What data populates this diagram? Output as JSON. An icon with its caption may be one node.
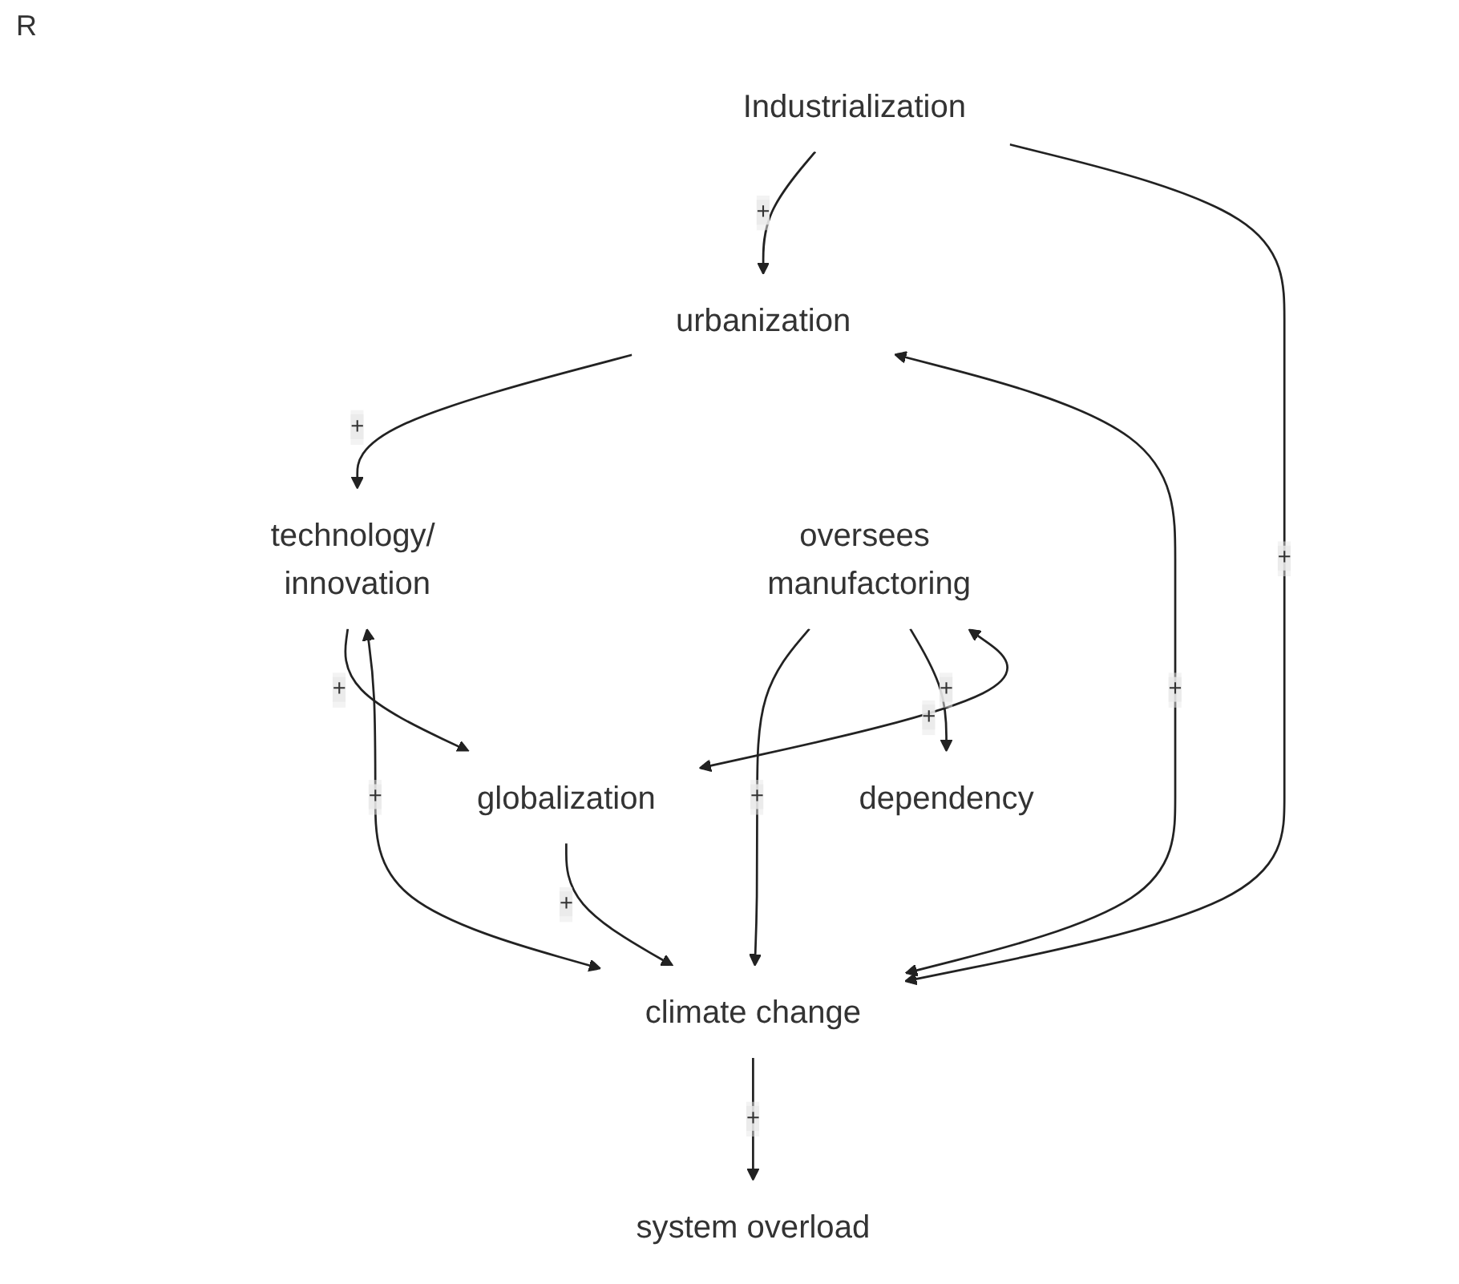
{
  "diagram": {
    "nodes": [
      {
        "text": [
          "Industrialization"
        ]
      },
      {
        "text": [
          "system overload"
        ]
      },
      {
        "text": [
          "urbanization"
        ]
      },
      {
        "text": [
          "dependency"
        ]
      },
      {
        "text": [
          "climate change"
        ]
      },
      {
        "text": [
          "technology/ innovation"
        ]
      },
      {
        "text": [
          "oversees manufactoring"
        ]
      },
      {
        "text": [
          "globalization"
        ]
      }
    ],
    "edges": [
      {
        "from": 0,
        "to": 2,
        "arrow": "to",
        "label": "+"
      },
      {
        "from": 0,
        "to": 4,
        "arrow": "to",
        "label": "+"
      },
      {
        "from": 4,
        "to": 1,
        "arrow": "to",
        "label": "+"
      },
      {
        "from": 4,
        "to": 2,
        "arrow": "both",
        "label": "+"
      },
      {
        "from": 2,
        "to": 5,
        "arrow": "to",
        "label": "+"
      },
      {
        "from": 4,
        "to": 5,
        "arrow": "both",
        "label": "+"
      },
      {
        "from": 5,
        "to": 7,
        "arrow": "to",
        "label": "+"
      },
      {
        "from": 7,
        "to": 4,
        "arrow": "to",
        "label": "+"
      },
      {
        "from": 6,
        "to": 4,
        "arrow": "to",
        "label": "+"
      },
      {
        "from": 6,
        "to": 3,
        "arrow": "to",
        "label": "+"
      },
      {
        "from": 6,
        "to": 7,
        "arrow": "both",
        "label": "+"
      }
    ],
    "labels": [
      "R"
    ]
  }
}
